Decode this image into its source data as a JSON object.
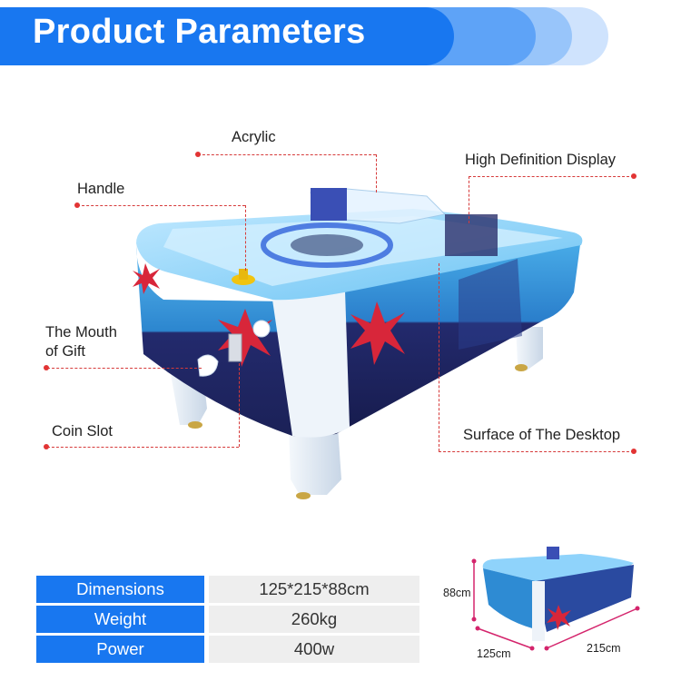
{
  "header": {
    "title": "Product Parameters"
  },
  "callouts": {
    "acrylic": "Acrylic",
    "handle": "Handle",
    "display": "High Definition Display",
    "mouth_line1": "The Mouth",
    "mouth_line2": "of Gift",
    "coin": "Coin Slot",
    "surface": "Surface of The Desktop"
  },
  "specs": [
    {
      "label": "Dimensions",
      "value": "125*215*88cm"
    },
    {
      "label": "Weight",
      "value": "260kg"
    },
    {
      "label": "Power",
      "value": "400w"
    }
  ],
  "dimensions": {
    "height": "88cm",
    "width": "125cm",
    "length": "215cm"
  },
  "colors": {
    "accent": "#1877f0",
    "callout": "#d63a3a"
  }
}
